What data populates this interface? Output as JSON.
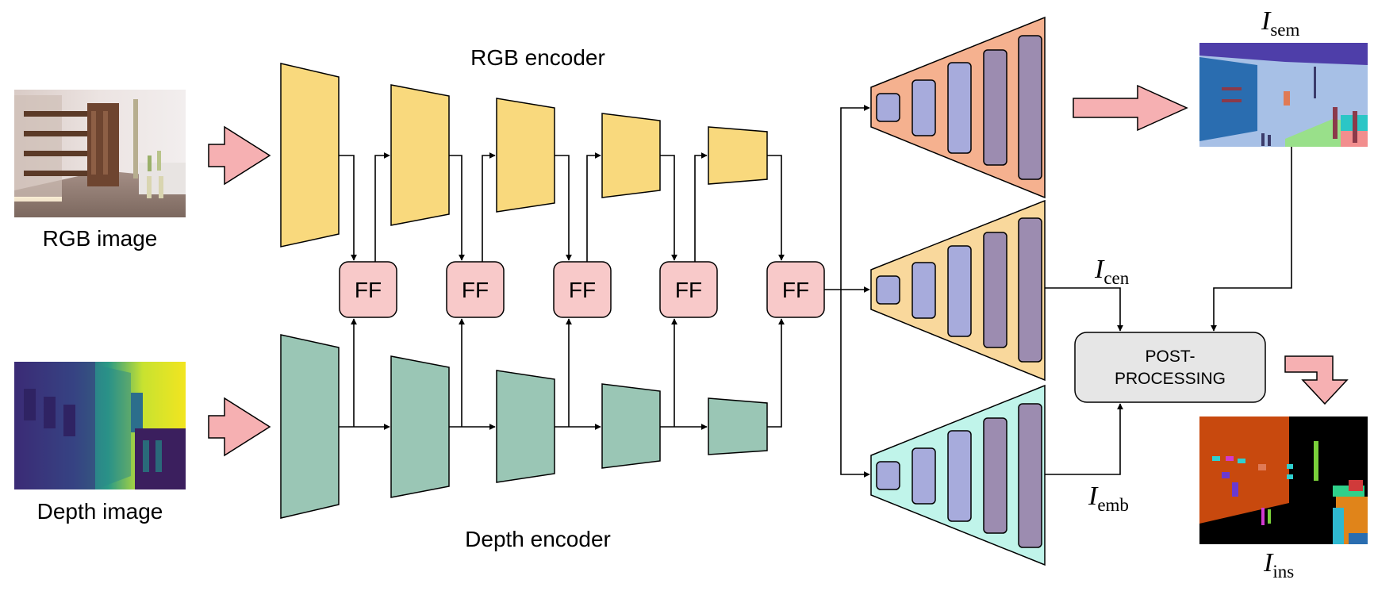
{
  "labels": {
    "rgb_image": "RGB image",
    "depth_image": "Depth image",
    "rgb_encoder": "RGB encoder",
    "depth_encoder": "Depth encoder",
    "fusion_block": "FF",
    "post_processing_line1": "POST-",
    "post_processing_line2": "PROCESSING"
  },
  "outputs": {
    "semantic": {
      "symbol": "I",
      "subscript": "sem"
    },
    "center": {
      "symbol": "I",
      "subscript": "cen"
    },
    "embedding": {
      "symbol": "I",
      "subscript": "emb"
    },
    "instance": {
      "symbol": "I",
      "subscript": "ins"
    }
  },
  "colors": {
    "rgb_encoder": "#f9d97d",
    "depth_encoder": "#9ac6b5",
    "fusion_block": "#f8c9c9",
    "semantic_decoder": "#f5b18f",
    "center_decoder": "#f9d89c",
    "embedding_decoder": "#c0f4ea",
    "decoder_block_light": "#a7abdc",
    "decoder_block_dark": "#9c8cb0",
    "input_arrow": "#f6b0b2",
    "post_processing": "#e6e6e6"
  }
}
